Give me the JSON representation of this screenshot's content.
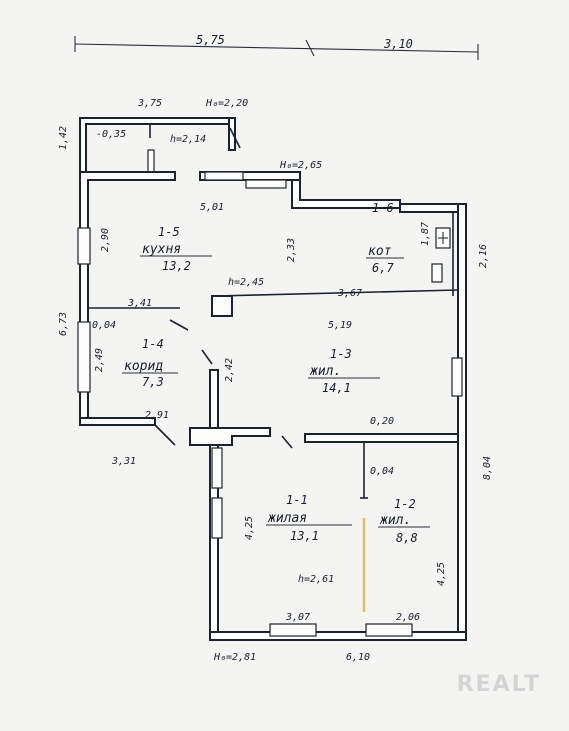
{
  "top_dims": {
    "left": "5,75",
    "right": "3,10"
  },
  "porch": {
    "h_outer": "H₀=2,20",
    "width": "3,75",
    "left": "1,42",
    "step": "-0,35",
    "height": "h=2,14"
  },
  "floor_marks": {
    "h1": "H₀=2,65",
    "h2": "h=2,45",
    "h3": "h=2,61",
    "h_bottom": "H₀=2,81"
  },
  "rooms": [
    {
      "no": "1-5",
      "name": "кухня",
      "area": "13,2"
    },
    {
      "no": "1-6",
      "name": "кот",
      "area": "6,7"
    },
    {
      "no": "1-4",
      "name": "корид",
      "area": "7,3"
    },
    {
      "no": "1-3",
      "name": "жил.",
      "area": "14,1"
    },
    {
      "no": "1-1",
      "name": "жилая",
      "area": "13,1"
    },
    {
      "no": "1-2",
      "name": "жил.",
      "area": "8,8"
    }
  ],
  "dims": {
    "d_5_01": "5,01",
    "d_2_90": "2,90",
    "d_2_33": "2,33",
    "d_1_87": "1,87",
    "d_2_16": "2,16",
    "d_3_67": "3,67",
    "d_3_41": "3,41",
    "d_0_04a": "0,04",
    "d_5_19": "5,19",
    "d_6_73": "6,73",
    "d_2_49": "2,49",
    "d_2_42": "2,42",
    "d_2_91": "2,91",
    "d_3_31": "3,31",
    "d_0_20": "0,20",
    "d_0_04b": "0,04",
    "d_8_04": "8,04",
    "d_4_25a": "4,25",
    "d_4_25b": "4,25",
    "d_3_07": "3,07",
    "d_2_06": "2,06",
    "d_6_10": "6,10"
  },
  "watermark": "REALT"
}
